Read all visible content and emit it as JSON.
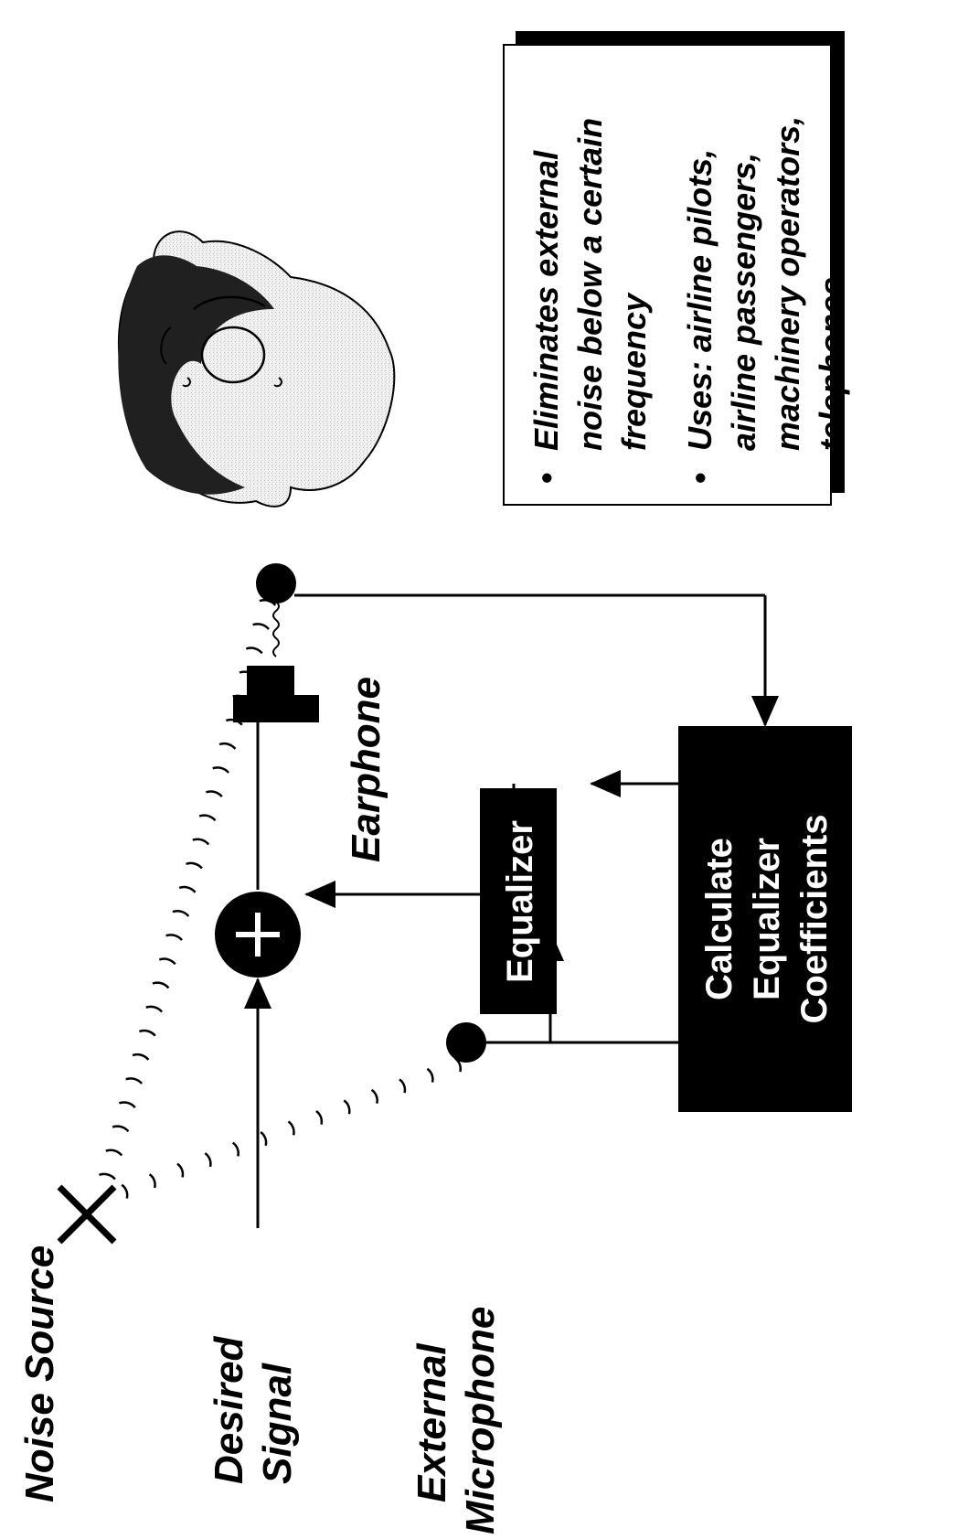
{
  "labels": {
    "noise_source": "Noise Source",
    "desired_signal": [
      "Desired",
      "Signal"
    ],
    "external_microphone": [
      "External",
      "Microphone"
    ],
    "earphone": "Earphone"
  },
  "blocks": {
    "equalizer": "Equalizer",
    "calculate": [
      "Calculate",
      "Equalizer",
      "Coefficients"
    ]
  },
  "notes": {
    "bullets": [
      "Eliminates external noise below a certain frequency",
      "Uses:  airline pilots, airline passengers, machinery operators, telephones"
    ]
  },
  "colors": {
    "ink": "#000000",
    "paper": "#ffffff",
    "skin": "#e6e6e6",
    "hair": "#202020"
  }
}
